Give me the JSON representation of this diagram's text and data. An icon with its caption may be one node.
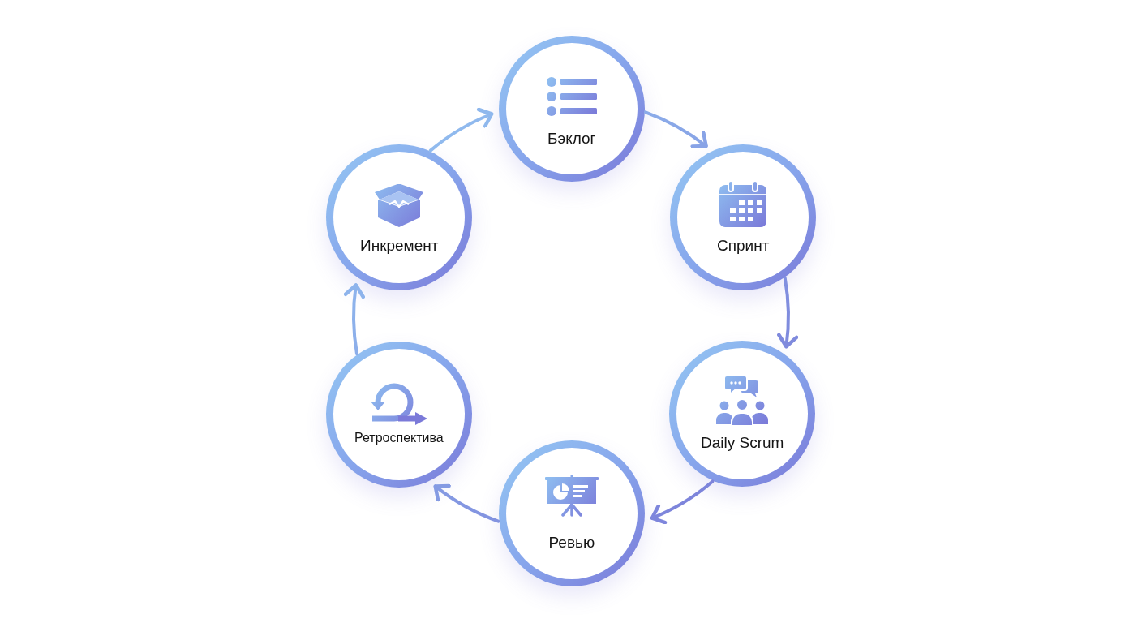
{
  "diagram": {
    "nodes": [
      {
        "text": [
          "Бэклог"
        ]
      },
      {
        "text": [
          "Спринт"
        ]
      },
      {
        "text": [
          "Daily Scrum"
        ]
      },
      {
        "text": [
          "Ревью"
        ]
      },
      {
        "text": [
          "Ретроспектива"
        ]
      },
      {
        "text": [
          "Инкремент"
        ]
      }
    ],
    "edges": [
      {
        "from": 0,
        "to": 1,
        "arrow": "to"
      },
      {
        "from": 1,
        "to": 2,
        "arrow": "to"
      },
      {
        "from": 2,
        "to": 3,
        "arrow": "to"
      },
      {
        "from": 3,
        "to": 4,
        "arrow": "to"
      },
      {
        "from": 4,
        "to": 5,
        "arrow": "to"
      },
      {
        "from": 5,
        "to": 0,
        "arrow": "to"
      }
    ]
  }
}
